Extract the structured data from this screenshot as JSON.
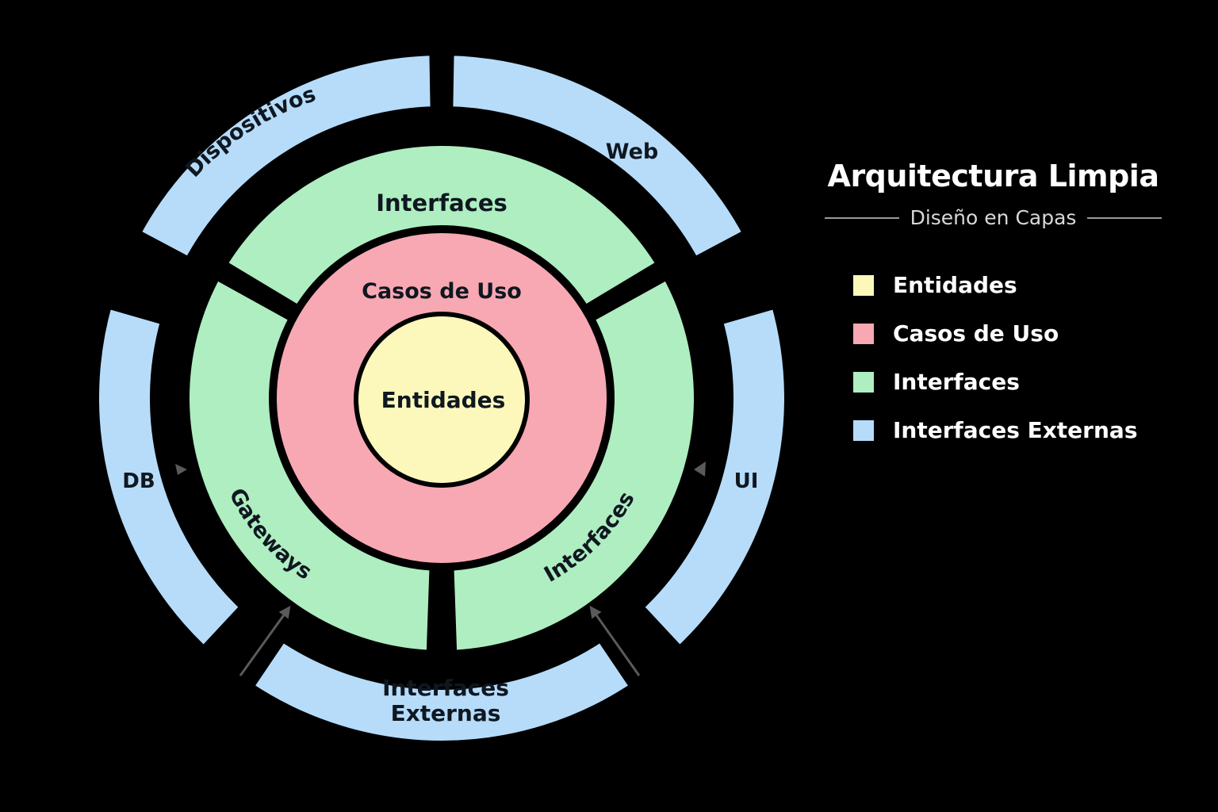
{
  "title": "Arquitectura Limpia",
  "subtitle": "Diseño en Capas",
  "colors": {
    "entidades": "#fcf8bc",
    "casos_de_uso": "#f7a8b3",
    "interfaces": "#aeeec1",
    "externas": "#b6dcfa",
    "background": "#000000"
  },
  "legend": [
    {
      "label": "Entidades",
      "color": "#fcf8bc"
    },
    {
      "label": "Casos de Uso",
      "color": "#f7a8b3"
    },
    {
      "label": "Interfaces",
      "color": "#aeeec1"
    },
    {
      "label": "Interfaces Externas",
      "color": "#b6dcfa"
    }
  ],
  "rings": {
    "core": "Entidades",
    "use_cases": "Casos de Uso",
    "interfaces": {
      "top": "Interfaces",
      "left": "Gateways",
      "right": "Interfaces"
    },
    "external": {
      "top_left": "Dispositivos",
      "top_right": "Web",
      "left": "DB",
      "right": "UI",
      "bottom_line1": "Interfaces",
      "bottom_line2": "Externas"
    }
  }
}
